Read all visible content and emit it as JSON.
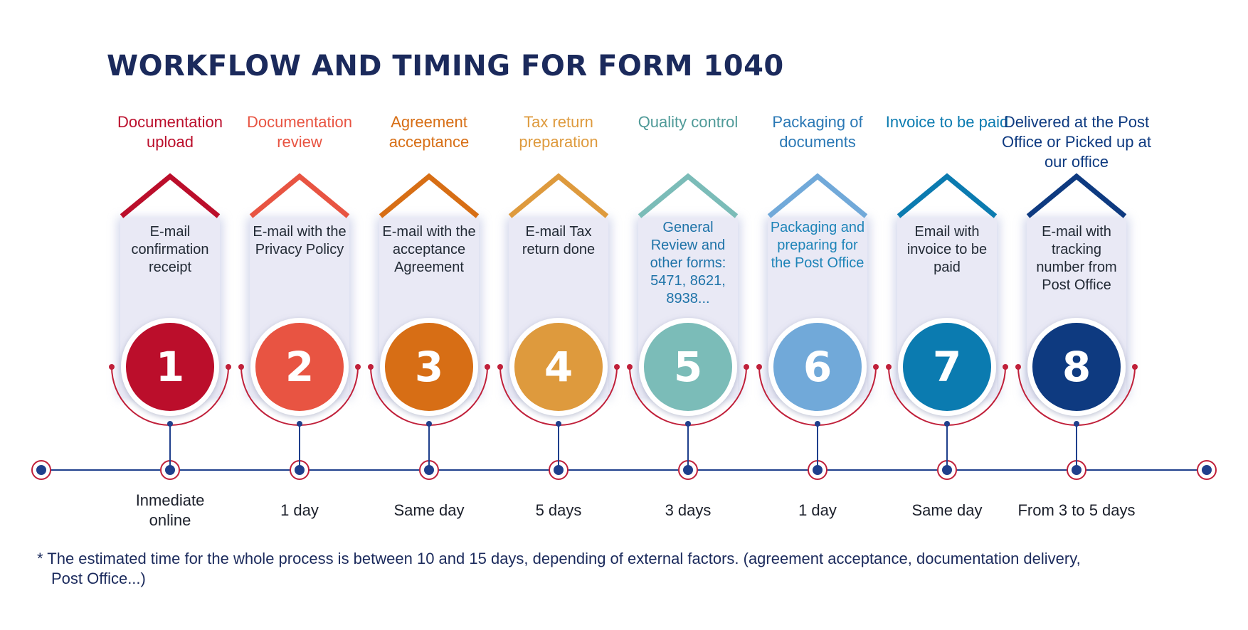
{
  "title": "WORKFLOW AND TIMING FOR FORM 1040",
  "steps": [
    {
      "number": "1",
      "title": "Documentation upload",
      "description": "E-mail confirmation receipt",
      "time": "Inmediate online",
      "color": "#bb0e2b",
      "text_color": "#bb0e2b",
      "desc_color": "#222a35"
    },
    {
      "number": "2",
      "title": "Documentation review",
      "description": "E-mail with the Privacy Policy",
      "time": "1 day",
      "color": "#e85442",
      "text_color": "#e85442",
      "desc_color": "#222a35"
    },
    {
      "number": "3",
      "title": "Agreement acceptance",
      "description": "E-mail with the acceptance Agreement",
      "time": "Same day",
      "color": "#d76e15",
      "text_color": "#d76e15",
      "desc_color": "#222a35"
    },
    {
      "number": "4",
      "title": "Tax return preparation",
      "description": "E-mail Tax return done",
      "time": "5 days",
      "color": "#de9a3d",
      "text_color": "#de9a3d",
      "desc_color": "#222a35"
    },
    {
      "number": "5",
      "title": "Quality control",
      "description": "General Review and other forms: 5471, 8621, 8938...",
      "time": "3 days",
      "color": "#7bbcb8",
      "text_color": "#4f9a98",
      "desc_color": "#1e73a8"
    },
    {
      "number": "6",
      "title": "Packaging of documents",
      "description": "Packaging and preparing for the Post Office",
      "time": "1 day",
      "color": "#71a9d9",
      "text_color": "#2a78b5",
      "desc_color": "#1e84b8"
    },
    {
      "number": "7",
      "title": "Invoice to be paid",
      "description": "Email with invoice to be paid",
      "time": "Same day",
      "color": "#0b7bb0",
      "text_color": "#0b7bb0",
      "desc_color": "#222a35"
    },
    {
      "number": "8",
      "title": "Delivered at the Post Office or Picked up at our office",
      "description": "E-mail with tracking number from Post Office",
      "time": "From 3 to 5 days",
      "color": "#0e3a80",
      "text_color": "#0e3a80",
      "desc_color": "#222a35"
    }
  ],
  "footnote": {
    "line1": "* The estimated time for the whole process is between 10 and 15 days, depending of external factors. (agreement acceptance, documentation delivery,",
    "line2": "Post Office...)"
  },
  "colors": {
    "title": "#1b2a5c",
    "timeline": "#1f3f8c",
    "timeline_ring": "#c0203a",
    "panel": "#e9e9f5"
  }
}
